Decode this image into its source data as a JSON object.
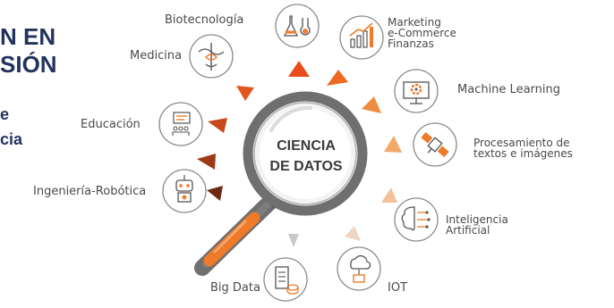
{
  "heading": {
    "line1": "N EN",
    "line2": "SIÓN",
    "line3": "e",
    "line4": "cia"
  },
  "center": {
    "line1": "CIENCIA",
    "line2": "DE DATOS"
  },
  "labels": {
    "biotecnologia": "Biotecnología",
    "marketing_1": "Marketing",
    "marketing_2": "e-Commerce",
    "marketing_3": "Finanzas",
    "medicina": "Medicina",
    "machine_learning": "Machine Learning",
    "educacion": "Educación",
    "procesamiento_1": "Procesamiento de",
    "procesamiento_2": "textos e imágenes",
    "ingenieria": "Ingeniería-Robótica",
    "inteligencia_1": "Inteligencia",
    "inteligencia_2": "Artificial",
    "big_data": "Big Data",
    "iot": "IOT"
  },
  "icons": {
    "biotecnologia": "lab-flasks-icon",
    "marketing": "growth-chart-icon",
    "medicina": "caduceus-icon",
    "machine_learning": "gear-screen-icon",
    "educacion": "teacher-board-icon",
    "procesamiento": "satellite-icon",
    "ingenieria": "robot-icon",
    "inteligencia": "brain-circuit-icon",
    "big_data": "server-database-icon",
    "iot": "cloud-device-icon",
    "center": "magnifying-glass-icon"
  },
  "colors": {
    "heading": "#23335e",
    "magnifier": "#6f6f6f",
    "handle": "#ee7a2a",
    "ring": "#8a8a8a",
    "label": "#4a4a4a"
  }
}
